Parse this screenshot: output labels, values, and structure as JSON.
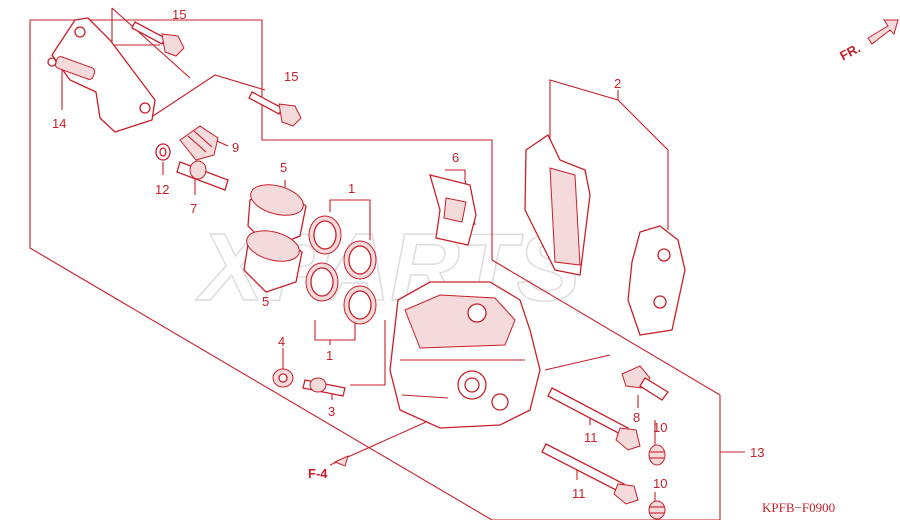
{
  "watermark": "XPARTS",
  "direction_label": "FR.",
  "reference_label": "F-4",
  "diagram_code": "KPFB−F0900",
  "part_labels": {
    "p15a": "15",
    "p15b": "15",
    "p14": "14",
    "p9": "9",
    "p12": "12",
    "p7": "7",
    "p5a": "5",
    "p5b": "5",
    "p1a": "1",
    "p1b": "1",
    "p6": "6",
    "p2": "2",
    "p4": "4",
    "p3": "3",
    "p8": "8",
    "p11a": "11",
    "p11b": "11",
    "p10a": "10",
    "p10b": "10",
    "p13": "13"
  },
  "colors": {
    "line": "#c8202a",
    "watermark": "#dddddd",
    "background": "#ffffff"
  }
}
